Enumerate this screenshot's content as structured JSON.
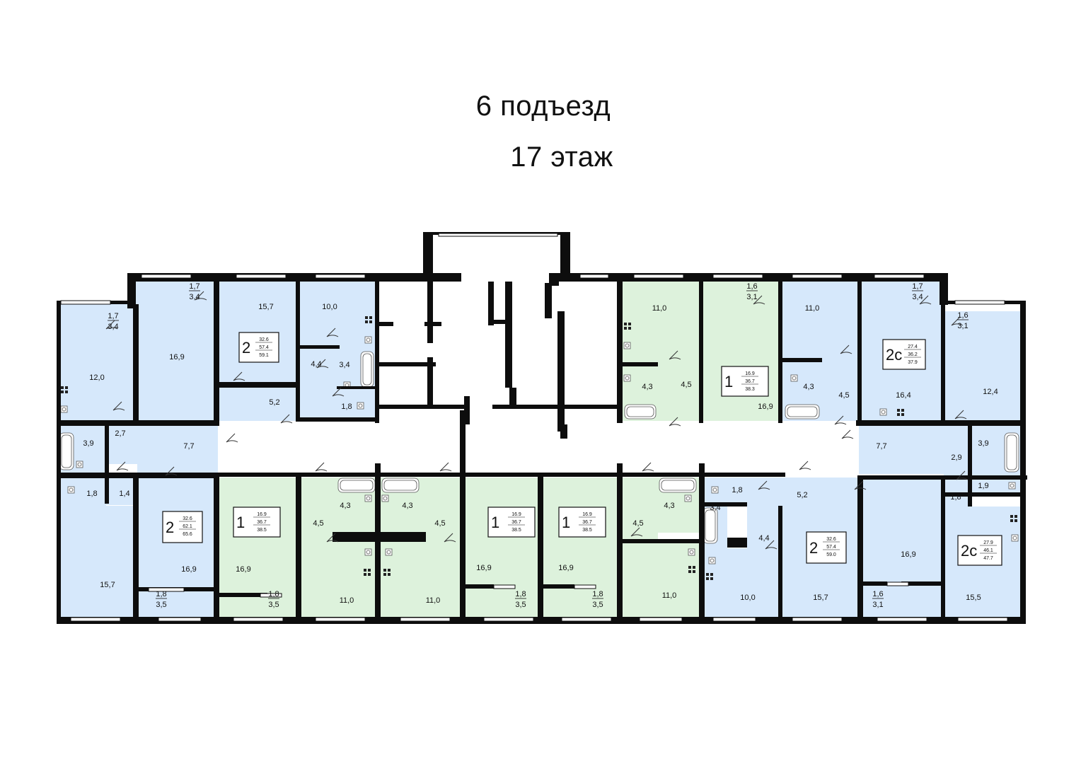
{
  "header": {
    "entrance": "6 подъезд",
    "floor": "17 этаж"
  },
  "colors": {
    "blue": "#d6e8fb",
    "green": "#ddf2dc",
    "wall": "#0d0d0d",
    "corridor": "#ffffff"
  },
  "icons": [
    "stove-icon",
    "bathtub-icon",
    "toilet-icon",
    "sink-icon",
    "door-swing-icon",
    "window-icon"
  ],
  "rooms": [
    {
      "name": "room-12-0",
      "label": "12,0",
      "color": "blue"
    },
    {
      "name": "room-1-7-3-4-a",
      "label": "1,7",
      "label2": "3,4",
      "color": "blue"
    },
    {
      "name": "room-16-9-a",
      "label": "16,9",
      "color": "blue"
    },
    {
      "name": "room-1-7-3-4-b",
      "label": "1,7",
      "label2": "3,4",
      "color": "blue"
    },
    {
      "name": "room-15-7-a",
      "label": "15,7",
      "color": "blue"
    },
    {
      "name": "room-10-0-a",
      "label": "10,0",
      "color": "blue"
    },
    {
      "name": "room-3-4-a",
      "label": "3,4",
      "color": "blue"
    },
    {
      "name": "room-4-4-a",
      "label": "4,4",
      "color": "blue"
    },
    {
      "name": "room-5-2-a",
      "label": "5,2",
      "color": "blue"
    },
    {
      "name": "room-1-8-a",
      "label": "1,8",
      "color": "blue"
    },
    {
      "name": "room-3-9-a",
      "label": "3,9",
      "color": "blue"
    },
    {
      "name": "room-2-7",
      "label": "2,7",
      "color": "blue"
    },
    {
      "name": "room-7-7-a",
      "label": "7,7",
      "color": "blue"
    },
    {
      "name": "room-1-8-b",
      "label": "1,8",
      "color": "blue"
    },
    {
      "name": "room-1-4",
      "label": "1,4",
      "color": "blue"
    },
    {
      "name": "room-15-7-b",
      "label": "15,7",
      "color": "blue"
    },
    {
      "name": "room-16-9-b",
      "label": "16,9",
      "color": "blue"
    },
    {
      "name": "room-1-8-3-5-a",
      "label": "1,8",
      "label2": "3,5",
      "color": "blue"
    },
    {
      "name": "room-16-9-c",
      "label": "16,9",
      "color": "green"
    },
    {
      "name": "room-1-8-3-5-b",
      "label": "1,8",
      "label2": "3,5",
      "color": "green"
    },
    {
      "name": "room-4-5-a",
      "label": "4,5",
      "color": "green"
    },
    {
      "name": "room-4-3-a",
      "label": "4,3",
      "color": "green"
    },
    {
      "name": "room-4-3-b",
      "label": "4,3",
      "color": "green"
    },
    {
      "name": "room-4-5-b",
      "label": "4,5",
      "color": "green"
    },
    {
      "name": "room-11-0-a",
      "label": "11,0",
      "color": "green"
    },
    {
      "name": "room-11-0-b",
      "label": "11,0",
      "color": "green"
    },
    {
      "name": "room-16-9-d",
      "label": "16,9",
      "color": "green"
    },
    {
      "name": "room-1-8-3-5-c",
      "label": "1,8",
      "label2": "3,5",
      "color": "green"
    },
    {
      "name": "room-16-9-e",
      "label": "16,9",
      "color": "green"
    },
    {
      "name": "room-1-8-3-5-d",
      "label": "1,8",
      "label2": "3,5",
      "color": "green"
    },
    {
      "name": "room-4-5-c",
      "label": "4,5",
      "color": "green"
    },
    {
      "name": "room-4-3-c",
      "label": "4,3",
      "color": "green"
    },
    {
      "name": "room-11-0-c",
      "label": "11,0",
      "color": "green"
    },
    {
      "name": "room-11-0-d",
      "label": "11,0",
      "color": "green"
    },
    {
      "name": "room-4-3-d",
      "label": "4,3",
      "color": "green"
    },
    {
      "name": "room-4-5-d",
      "label": "4,5",
      "color": "green"
    },
    {
      "name": "room-1-6-3-1-a",
      "label": "1,6",
      "label2": "3,1",
      "color": "green"
    },
    {
      "name": "room-16-9-f",
      "label": "16,9",
      "color": "green"
    },
    {
      "name": "room-11-0-e",
      "label": "11,0",
      "color": "blue"
    },
    {
      "name": "room-4-3-e",
      "label": "4,3",
      "color": "blue"
    },
    {
      "name": "room-4-5-e",
      "label": "4,5",
      "color": "blue"
    },
    {
      "name": "room-1-7-3-4-c",
      "label": "1,7",
      "label2": "3,4",
      "color": "blue"
    },
    {
      "name": "room-16-4",
      "label": "16,4",
      "color": "blue"
    },
    {
      "name": "room-1-6-3-1-b",
      "label": "1,6",
      "label2": "3,1",
      "color": "blue"
    },
    {
      "name": "room-12-4",
      "label": "12,4",
      "color": "blue"
    },
    {
      "name": "room-7-7-b",
      "label": "7,7",
      "color": "blue"
    },
    {
      "name": "room-3-9-b",
      "label": "3,9",
      "color": "blue"
    },
    {
      "name": "room-2-9",
      "label": "2,9",
      "color": "blue"
    },
    {
      "name": "room-1-9",
      "label": "1,9",
      "color": "blue"
    },
    {
      "name": "room-1-8-c",
      "label": "1,8",
      "color": "blue"
    },
    {
      "name": "room-1-8-d",
      "label": "1,8",
      "color": "blue"
    },
    {
      "name": "room-5-2-b",
      "label": "5,2",
      "color": "blue"
    },
    {
      "name": "room-3-4-b",
      "label": "3,4",
      "color": "blue"
    },
    {
      "name": "room-4-4-b",
      "label": "4,4",
      "color": "blue"
    },
    {
      "name": "room-10-0-b",
      "label": "10,0",
      "color": "blue"
    },
    {
      "name": "room-15-7-c",
      "label": "15,7",
      "color": "blue"
    },
    {
      "name": "room-16-9-g",
      "label": "16,9",
      "color": "blue"
    },
    {
      "name": "room-1-6-3-1-c",
      "label": "1,6",
      "label2": "3,1",
      "color": "blue"
    },
    {
      "name": "room-15-5",
      "label": "15,5",
      "color": "blue"
    }
  ],
  "legends": [
    {
      "name": "legend-2-top-left",
      "rooms": "2",
      "living": "32.6",
      "total": "57.4",
      "full": "59.1"
    },
    {
      "name": "legend-2-bottom-left",
      "rooms": "2",
      "living": "32.6",
      "total": "62.1",
      "full": "65.6"
    },
    {
      "name": "legend-1-bl",
      "rooms": "1",
      "living": "16.9",
      "total": "36.7",
      "full": "38.5"
    },
    {
      "name": "legend-1-bc1",
      "rooms": "1",
      "living": "16.9",
      "total": "36.7",
      "full": "38.5"
    },
    {
      "name": "legend-1-bc2",
      "rooms": "1",
      "living": "16.9",
      "total": "36.7",
      "full": "38.5"
    },
    {
      "name": "legend-1-top-center",
      "rooms": "1",
      "living": "16.9",
      "total": "36.7",
      "full": "38.3"
    },
    {
      "name": "legend-2c-top-right",
      "rooms": "2с",
      "living": "27.4",
      "total": "36.2",
      "full": "37.9"
    },
    {
      "name": "legend-2-bottom-right",
      "rooms": "2",
      "living": "32.6",
      "total": "57.4",
      "full": "59.0"
    },
    {
      "name": "legend-2c-bottom-right",
      "rooms": "2с",
      "living": "27.9",
      "total": "46.1",
      "full": "47.7"
    }
  ]
}
